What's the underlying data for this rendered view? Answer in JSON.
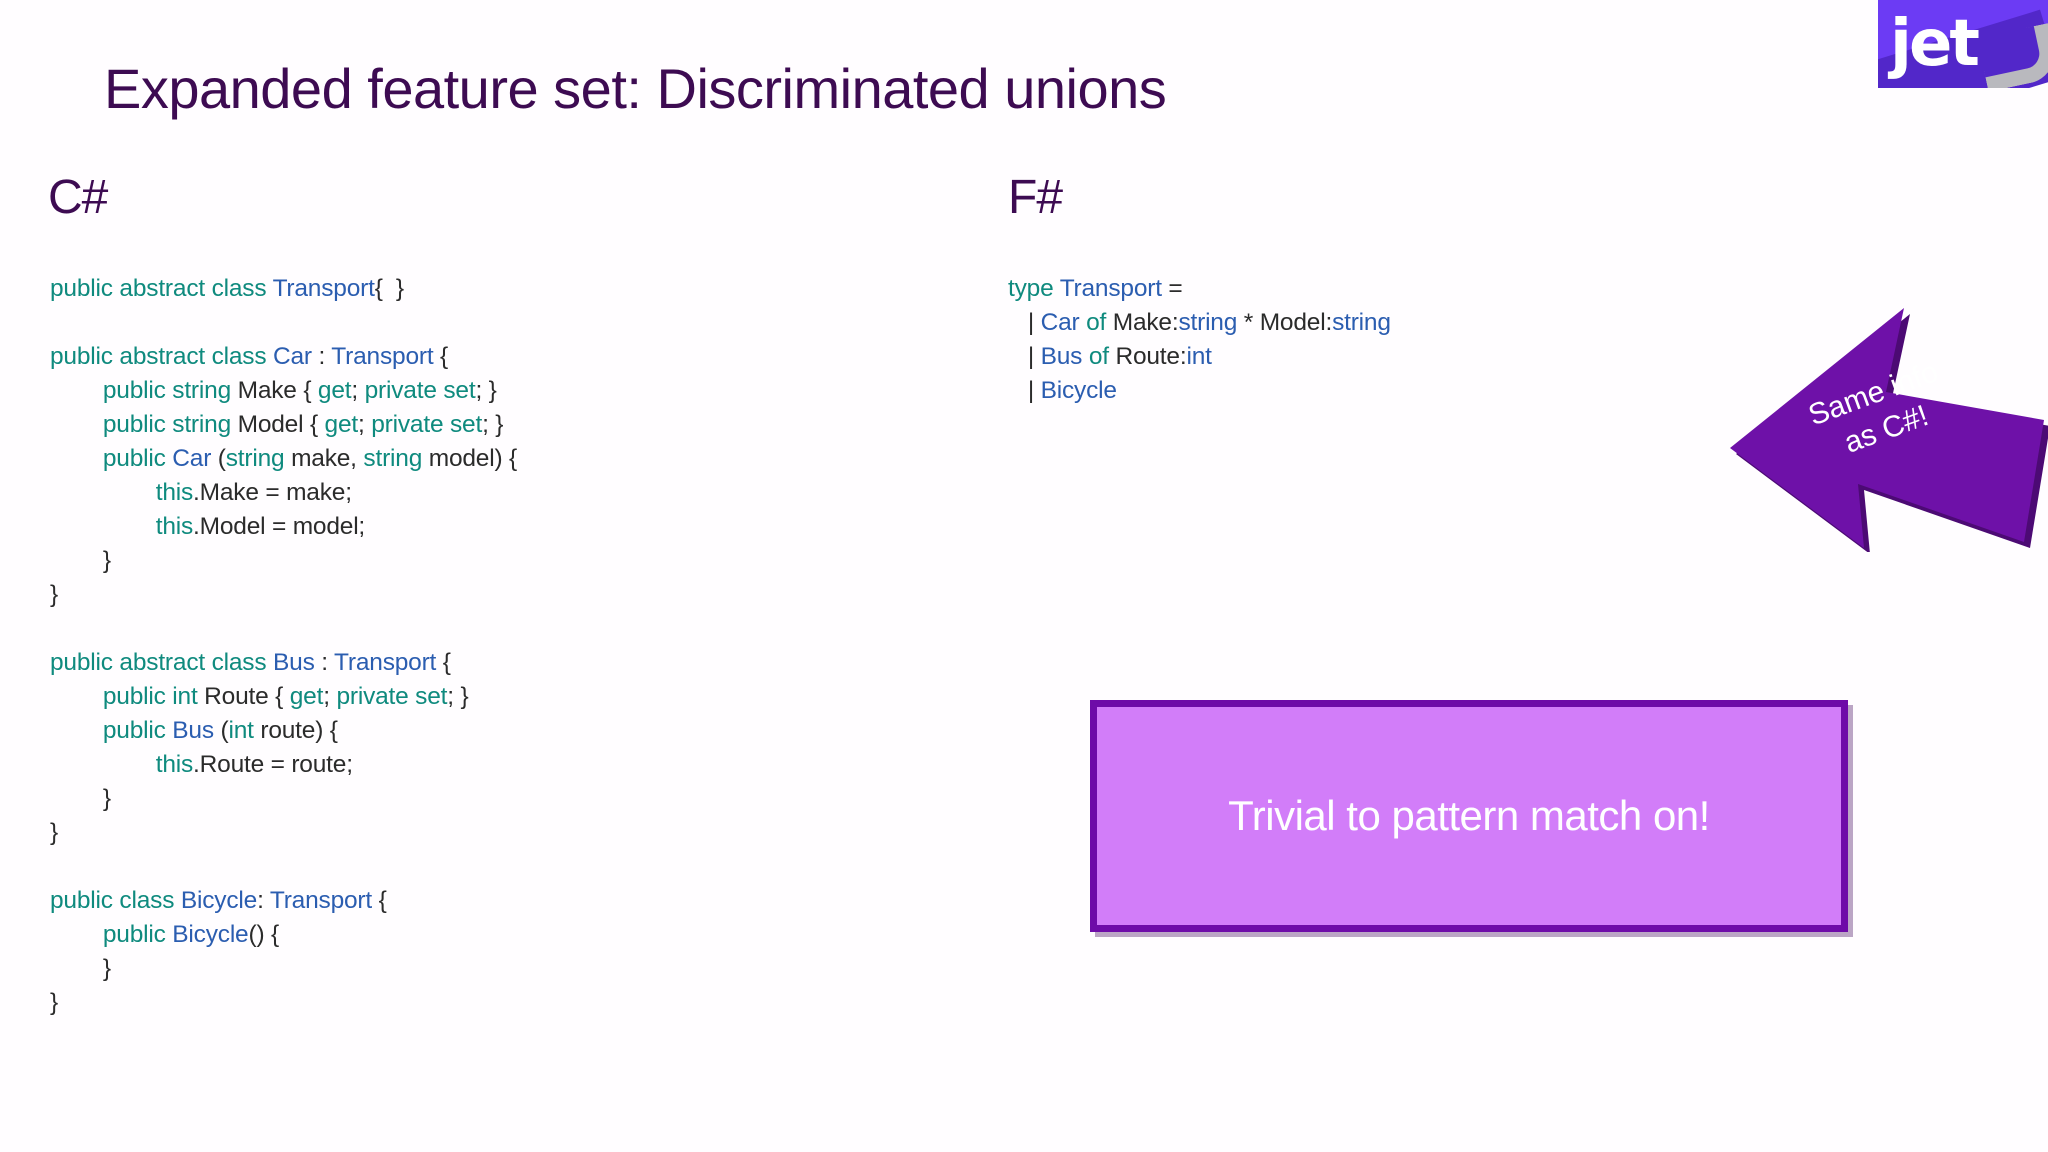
{
  "slide": {
    "title": "Expanded feature set: Discriminated unions",
    "background_color": "#FFFFFF",
    "title_color": "#3D0B52"
  },
  "logo": {
    "name": "jet-logo",
    "text": "jet",
    "background_color": "#6C3BF4",
    "text_color": "#FFFFFF",
    "swoosh_color": "#B9B9BE",
    "wedge_color": "#5227C9"
  },
  "columns": {
    "left": {
      "heading": "C#"
    },
    "right": {
      "heading": "F#"
    }
  },
  "syntax_colors": {
    "keyword": "#0F8A7E",
    "type": "#2B5DB0",
    "identifier": "#2B2B2B"
  },
  "csharp_code": {
    "language": "C#",
    "lines": [
      [
        {
          "t": "public abstract class ",
          "c": "kw"
        },
        {
          "t": "Transport",
          "c": "type"
        },
        {
          "t": "{  }",
          "c": "id"
        }
      ],
      [],
      [
        {
          "t": "public abstract class ",
          "c": "kw"
        },
        {
          "t": "Car",
          "c": "type"
        },
        {
          "t": " : ",
          "c": "id"
        },
        {
          "t": "Transport",
          "c": "type"
        },
        {
          "t": " {",
          "c": "id"
        }
      ],
      [
        {
          "t": "        ",
          "c": "id"
        },
        {
          "t": "public string ",
          "c": "kw"
        },
        {
          "t": "Make { ",
          "c": "id"
        },
        {
          "t": "get",
          "c": "kw"
        },
        {
          "t": "; ",
          "c": "id"
        },
        {
          "t": "private set",
          "c": "kw"
        },
        {
          "t": "; }",
          "c": "id"
        }
      ],
      [
        {
          "t": "        ",
          "c": "id"
        },
        {
          "t": "public string ",
          "c": "kw"
        },
        {
          "t": "Model { ",
          "c": "id"
        },
        {
          "t": "get",
          "c": "kw"
        },
        {
          "t": "; ",
          "c": "id"
        },
        {
          "t": "private set",
          "c": "kw"
        },
        {
          "t": "; }",
          "c": "id"
        }
      ],
      [
        {
          "t": "        ",
          "c": "id"
        },
        {
          "t": "public ",
          "c": "kw"
        },
        {
          "t": "Car",
          "c": "type"
        },
        {
          "t": " (",
          "c": "id"
        },
        {
          "t": "string",
          "c": "kw"
        },
        {
          "t": " make, ",
          "c": "id"
        },
        {
          "t": "string",
          "c": "kw"
        },
        {
          "t": " model) {",
          "c": "id"
        }
      ],
      [
        {
          "t": "                ",
          "c": "id"
        },
        {
          "t": "this",
          "c": "kw"
        },
        {
          "t": ".Make = make;",
          "c": "id"
        }
      ],
      [
        {
          "t": "                ",
          "c": "id"
        },
        {
          "t": "this",
          "c": "kw"
        },
        {
          "t": ".Model = model;",
          "c": "id"
        }
      ],
      [
        {
          "t": "        }",
          "c": "id"
        }
      ],
      [
        {
          "t": "}",
          "c": "id"
        }
      ],
      [],
      [
        {
          "t": "public abstract class ",
          "c": "kw"
        },
        {
          "t": "Bus",
          "c": "type"
        },
        {
          "t": " : ",
          "c": "id"
        },
        {
          "t": "Transport",
          "c": "type"
        },
        {
          "t": " {",
          "c": "id"
        }
      ],
      [
        {
          "t": "        ",
          "c": "id"
        },
        {
          "t": "public int ",
          "c": "kw"
        },
        {
          "t": "Route { ",
          "c": "id"
        },
        {
          "t": "get",
          "c": "kw"
        },
        {
          "t": "; ",
          "c": "id"
        },
        {
          "t": "private set",
          "c": "kw"
        },
        {
          "t": "; }",
          "c": "id"
        }
      ],
      [
        {
          "t": "        ",
          "c": "id"
        },
        {
          "t": "public ",
          "c": "kw"
        },
        {
          "t": "Bus",
          "c": "type"
        },
        {
          "t": " (",
          "c": "id"
        },
        {
          "t": "int",
          "c": "kw"
        },
        {
          "t": " route) {",
          "c": "id"
        }
      ],
      [
        {
          "t": "                ",
          "c": "id"
        },
        {
          "t": "this",
          "c": "kw"
        },
        {
          "t": ".Route = route;",
          "c": "id"
        }
      ],
      [
        {
          "t": "        }",
          "c": "id"
        }
      ],
      [
        {
          "t": "}",
          "c": "id"
        }
      ],
      [],
      [
        {
          "t": "public class ",
          "c": "kw"
        },
        {
          "t": "Bicycle",
          "c": "type"
        },
        {
          "t": ": ",
          "c": "id"
        },
        {
          "t": "Transport",
          "c": "type"
        },
        {
          "t": " {",
          "c": "id"
        }
      ],
      [
        {
          "t": "        ",
          "c": "id"
        },
        {
          "t": "public ",
          "c": "kw"
        },
        {
          "t": "Bicycle",
          "c": "type"
        },
        {
          "t": "() {",
          "c": "id"
        }
      ],
      [
        {
          "t": "        }",
          "c": "id"
        }
      ],
      [
        {
          "t": "}",
          "c": "id"
        }
      ]
    ]
  },
  "fsharp_code": {
    "language": "F#",
    "lines": [
      [
        {
          "t": "type ",
          "c": "kw"
        },
        {
          "t": "Transport",
          "c": "type"
        },
        {
          "t": " =",
          "c": "id"
        }
      ],
      [
        {
          "t": "   | ",
          "c": "id"
        },
        {
          "t": "Car",
          "c": "type"
        },
        {
          "t": " of",
          "c": "kw"
        },
        {
          "t": " Make:",
          "c": "id"
        },
        {
          "t": "string",
          "c": "type"
        },
        {
          "t": " * Model:",
          "c": "id"
        },
        {
          "t": "string",
          "c": "type"
        }
      ],
      [
        {
          "t": "   | ",
          "c": "id"
        },
        {
          "t": "Bus",
          "c": "type"
        },
        {
          "t": " of",
          "c": "kw"
        },
        {
          "t": " Route:",
          "c": "id"
        },
        {
          "t": "int",
          "c": "type"
        }
      ],
      [
        {
          "t": "   | ",
          "c": "id"
        },
        {
          "t": "Bicycle",
          "c": "type"
        }
      ]
    ]
  },
  "arrow_callout": {
    "text_line1": "Same info",
    "text_line2": "as C#!",
    "fill_color": "#6E11A8",
    "shadow_color": "#4C0A74",
    "text_color": "#FFFFFF",
    "direction": "left"
  },
  "highlight_box": {
    "text": "Trivial to pattern match on!",
    "fill_color": "#D27DF9",
    "border_color": "#6E0BA8",
    "text_color": "#FFFFFF"
  }
}
